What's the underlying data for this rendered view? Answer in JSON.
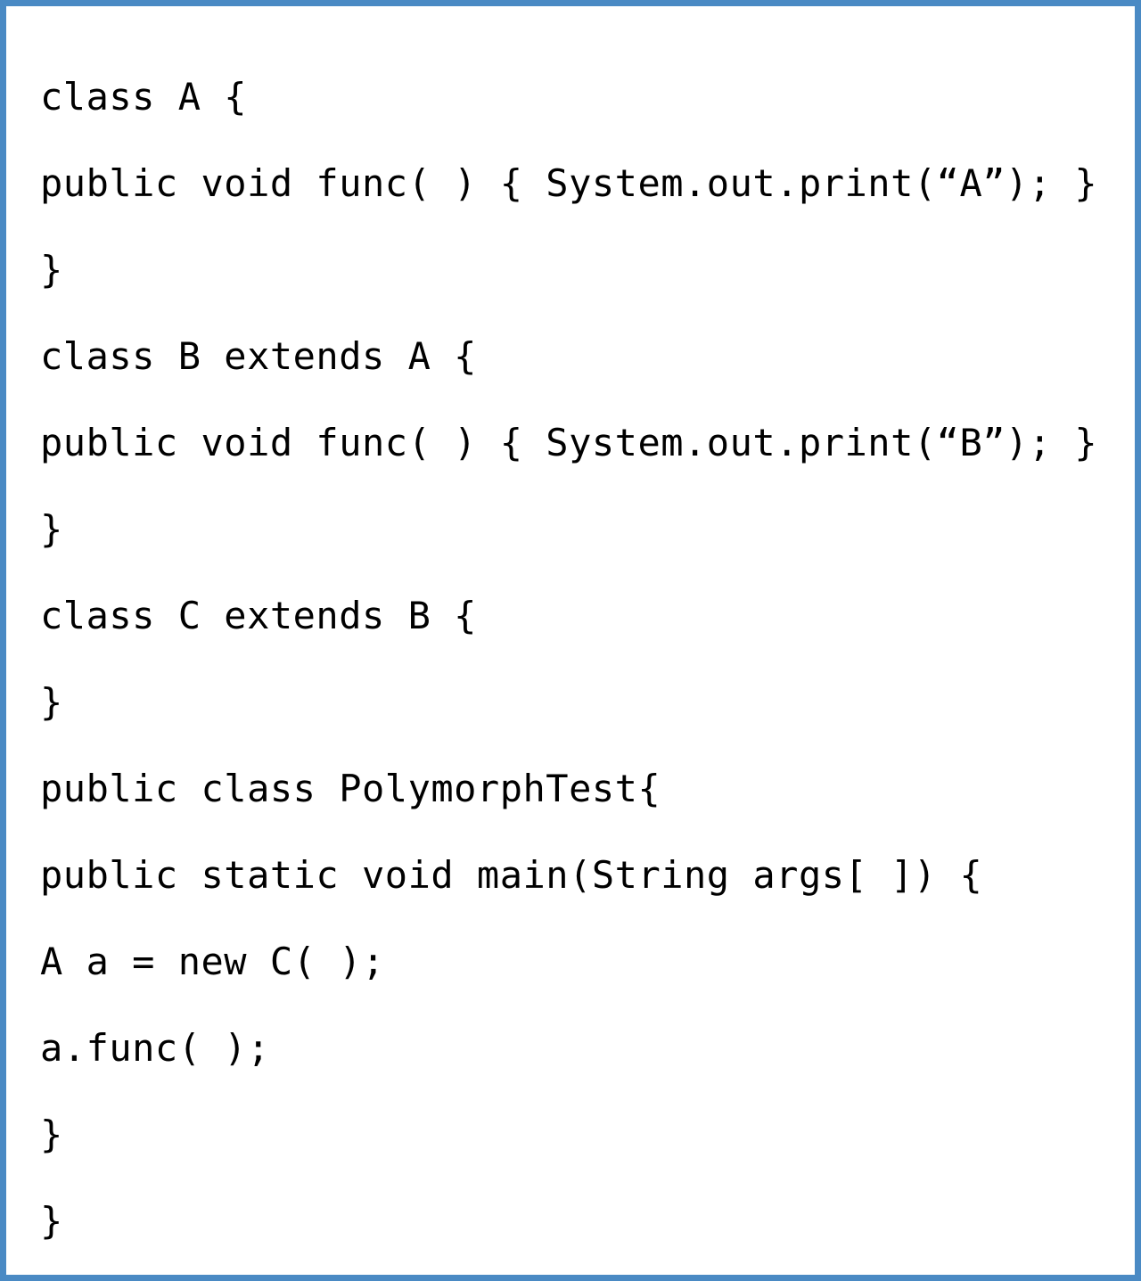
{
  "code": {
    "lines": [
      "class A {",
      "public void func( ) { System.out.print(“A”); }",
      "}",
      "class B extends A {",
      "public void func( ) { System.out.print(“B”); }",
      "}",
      "class C extends B {",
      "}",
      "public class PolymorphTest{",
      "public static void main(String args[ ]) {",
      "A a = new C( );",
      "a.func( );",
      "}",
      "}"
    ]
  },
  "colors": {
    "border": "#4a8ac4",
    "text": "#000000",
    "background": "#ffffff"
  }
}
